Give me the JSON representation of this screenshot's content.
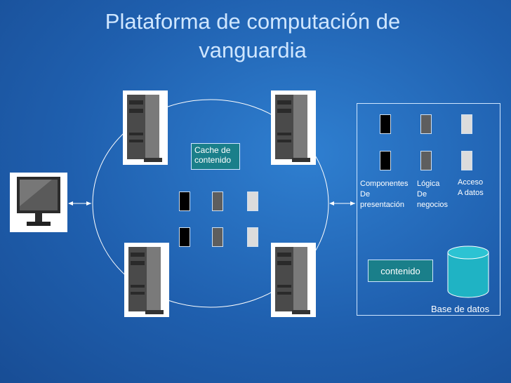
{
  "title": {
    "line1": "Plataforma de computación de",
    "line2": "vanguardia"
  },
  "cache": {
    "line1": "Cache de",
    "line2": "contenido"
  },
  "panel": {
    "components": [
      {
        "line1": "Componentes",
        "line2": "De",
        "line3": "presentación"
      },
      {
        "line1": "Lógica",
        "line2": "De",
        "line3": "negocios"
      },
      {
        "line1": "Acceso",
        "line2": "A datos"
      }
    ],
    "contenido": "contenido",
    "database": "Base de datos"
  },
  "colors": {
    "background": "#1f5fae",
    "teal_box": "#1a7f8a",
    "chip_black": "#000000",
    "chip_gray": "#5e5e5e",
    "chip_light": "#dcdcdc",
    "database_fill": "#1fb3c4"
  }
}
